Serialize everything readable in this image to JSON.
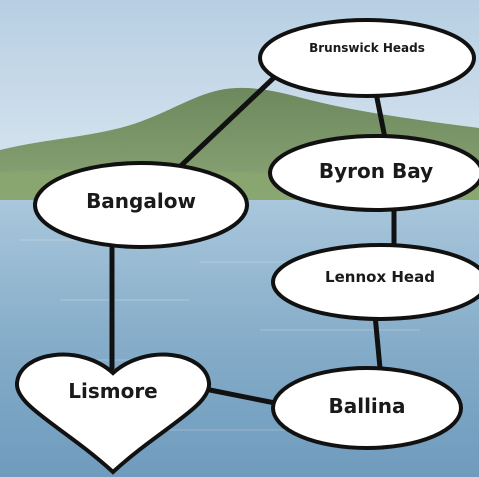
{
  "nodes": {
    "brunswick_heads": "Brunswick Heads",
    "byron_bay": "Byron Bay",
    "bangalow": "Bangalow",
    "lennox_head": "Lennox Head",
    "lismore": "Lismore",
    "ballina": "Ballina"
  },
  "colors": {
    "sky": "#c8dceb",
    "water": "#7fa9c6",
    "land": "#6f8c4e",
    "node_fill": "#ffffff",
    "node_stroke": "#111111"
  }
}
